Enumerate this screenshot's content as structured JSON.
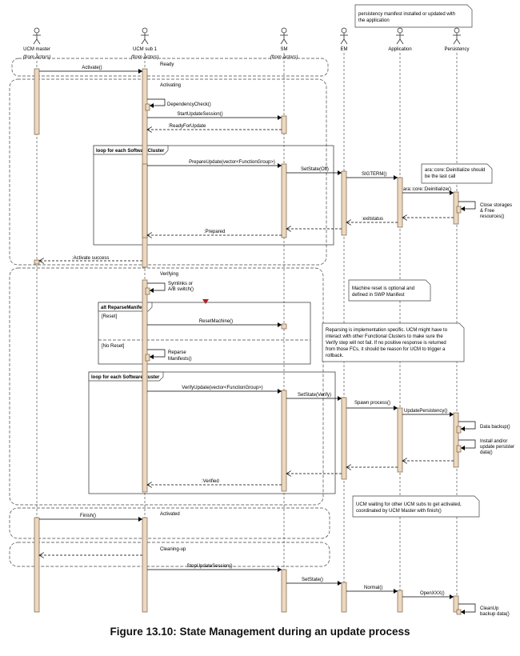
{
  "actors": [
    {
      "name": "UCM master",
      "stereotype": "(from Actors)"
    },
    {
      "name": "UCM sub 1",
      "stereotype": "(from Actors)"
    },
    {
      "name": "SM",
      "stereotype": "(from Actors)"
    },
    {
      "name": "EM",
      "stereotype": ""
    },
    {
      "name": "Application",
      "stereotype": ""
    },
    {
      "name": "Persistency",
      "stereotype": ""
    }
  ],
  "states": {
    "ready": "Ready",
    "activating": "Activating",
    "verifying": "Verifying",
    "activated": "Activated",
    "cleaning_up": "Cleaning-up"
  },
  "frames": {
    "loop1": "loop for each SoftwareCluster",
    "alt": "alt ReparseManifest",
    "alt_guard1": "[Reset]",
    "alt_guard2": "[No Reset]",
    "loop2": "loop for each SoftwareCluster"
  },
  "messages": {
    "activate": "Activate()",
    "dependency_check": "DependencyCheck()",
    "start_update_session": "StartUpdateSession()",
    "ready_for_update": ":ReadyForUpdate",
    "prepare_update": "PrepareUpdate(vector<FunctionGroup>)",
    "set_state_off": "SetState(Off)",
    "sigterm": "SIGTERM()",
    "deinitialize": "ara::core::Deinitialize()",
    "close_storages": [
      "Close storages",
      "& Free",
      "resources()"
    ],
    "exitstatus": ":exitstatus",
    "prepared": ":Prepared",
    "activate_success": ":Activate success",
    "symlinks": [
      "Symlinks or",
      "A/B switch()"
    ],
    "reset_machine": "ResetMachine()",
    "reparse": [
      "Reparse",
      "Manifests()"
    ],
    "verify_update": "VerifyUpdate(vector<FunctionGroup>)",
    "set_state_verify": "SetState(Verify)",
    "spawn_process": "Spawn process()",
    "update_persistency": "UpdatePersistency()",
    "data_backup": "Data backup()",
    "install_update": [
      "Install and/or",
      "update persister",
      "data()"
    ],
    "verified": ":Verified",
    "finish": "Finish()",
    "stop_update_session": "StopUpdateSession()",
    "set_state": "SetState()",
    "normal": "Normal()",
    "open_xxx": "OpenXXX()",
    "cleanup": [
      "CleanUp",
      "backup data()"
    ]
  },
  "notes": {
    "persistency_manifest": [
      "persistency manifest installed or updated with",
      "the application"
    ],
    "deinit_last": [
      "ara::core::Deinitialize should",
      "be the last call"
    ],
    "machine_reset": [
      "Machine reset is optional and",
      "defined in SWP Manifest"
    ],
    "reparsing": [
      "Reparsing is implementation specific. UCM might have to",
      "interact with other Functional Clusters to make sure the",
      "Verify step will not fail. If no positive response is returned",
      "from those FCs, it should be reason for UCM to trigger a",
      "rollback."
    ],
    "ucm_waiting": [
      "UCM waiting for other UCM subs to get activated,",
      "coordinated by UCM Master with finish()"
    ]
  },
  "caption": "Figure 13.10: State Management during an update process"
}
